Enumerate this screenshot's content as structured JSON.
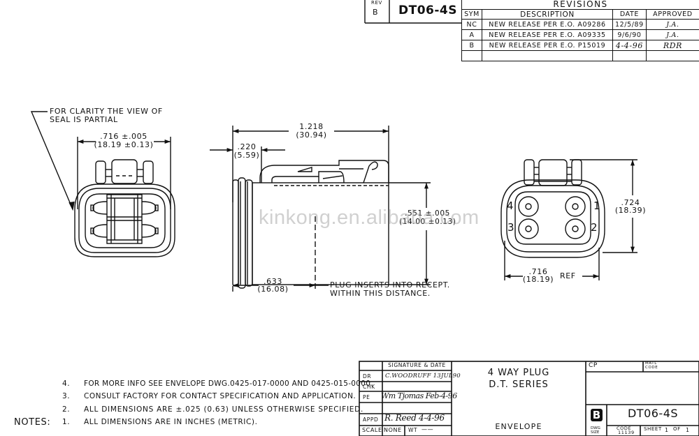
{
  "rev_box": {
    "rev_label": "REV",
    "rev_value": "B",
    "part_number": "DT06-4S"
  },
  "revisions": {
    "title": "REVISIONS",
    "headers": [
      "SYM",
      "DESCRIPTION",
      "DATE",
      "APPROVED"
    ],
    "rows": [
      {
        "sym": "NC",
        "description": "NEW RELEASE PER E.O. A09286",
        "date": "12/5/89",
        "approved": "J.A."
      },
      {
        "sym": "A",
        "description": "NEW RELEASE PER E.O. A09335",
        "date": "9/6/90",
        "approved": "J.A."
      },
      {
        "sym": "B",
        "description": "NEW RELEASE PER E.O. P15019",
        "date": "4-4-96",
        "approved": "RDR"
      },
      {
        "sym": "",
        "description": "",
        "date": "",
        "approved": ""
      }
    ]
  },
  "annotations": {
    "seal_note_line1": "FOR CLARITY THE VIEW OF",
    "seal_note_line2": "SEAL IS PARTIAL",
    "plug_note_line1": "PLUG INSERTS INTO RECEPT.",
    "plug_note_line2": "WITHIN THIS DISTANCE."
  },
  "dimensions": {
    "front_width_in": ".716 ±.005",
    "front_width_mm": "(18.19 ±0.13)",
    "overall_length_in": "1.218",
    "overall_length_mm": "(30.94)",
    "seal_offset_in": ".220",
    "seal_offset_mm": "(5.59)",
    "body_height_in": ".551 ±.005",
    "body_height_mm": "(14.00 ±0.13)",
    "insert_depth_in": ".633",
    "insert_depth_mm": "(16.08)",
    "rear_height_in": ".724",
    "rear_height_mm": "(18.39)",
    "rear_width_in": ".716",
    "rear_width_mm": "(18.19)",
    "rear_width_ref": "REF"
  },
  "pin_labels": [
    "1",
    "2",
    "3",
    "4"
  ],
  "watermark": "kinkong.en.alibaba.com",
  "notes": {
    "label": "NOTES:",
    "items": [
      {
        "num": "4.",
        "text": "FOR MORE INFO SEE ENVELOPE DWG.0425-017-0000 AND 0425-015-0000."
      },
      {
        "num": "3.",
        "text": "CONSULT FACTORY FOR CONTACT SPECIFICATION AND APPLICATION."
      },
      {
        "num": "2.",
        "text": "ALL DIMENSIONS ARE ±.025 (0.63) UNLESS OTHERWISE SPECIFIED."
      },
      {
        "num": "1.",
        "text": "ALL DIMENSIONS ARE IN INCHES (METRIC)."
      }
    ]
  },
  "title_block": {
    "signature_header": "SIGNATURE & DATE",
    "dr_label": "DR",
    "dr_value": "C.WOODRUFF 13JUL90",
    "chk_label": "CHK",
    "chk_value": "",
    "pe_label": "PE",
    "pe_value": "Wm Tjomas Feb-4-96",
    "appd_label": "APPD",
    "appd_value": "R. Reed 4-4-96",
    "scale_label": "SCALE",
    "scale_value": "NONE",
    "wt_label": "WT",
    "wt_value": "——",
    "title_line1": "4 WAY PLUG",
    "title_line2": "D.T. SERIES",
    "envelope": "ENVELOPE",
    "cp_label": "CP",
    "matl_code_label": "MATL CODE",
    "dwg_size_letter": "B",
    "dwg_size_label": "DWG SIZE",
    "code_label": "CODE",
    "code_value": "11139",
    "part_number": "DT06-4S",
    "sheet_label": "SHEET",
    "sheet_value": "1",
    "of_label": "OF",
    "sheet_total": "1"
  }
}
